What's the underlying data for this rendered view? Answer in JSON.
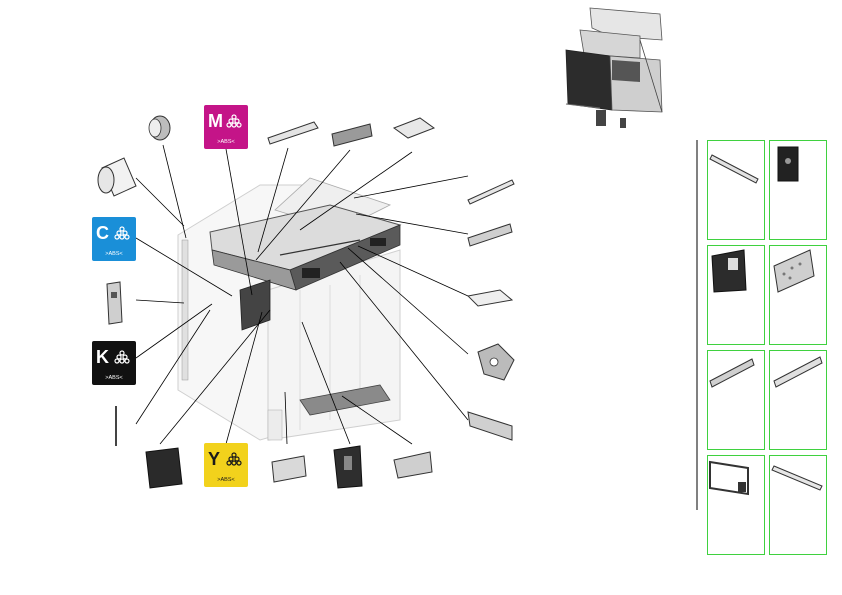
{
  "figure": {
    "type": "exploded-parts-diagram",
    "background_color": "#ffffff",
    "callout_line_color": "#000000",
    "palette_border_color": "#3fd13f"
  },
  "toner_badges": [
    {
      "id": "magenta",
      "letter": "M",
      "tag": ">ABS<",
      "bg": "#c41488",
      "fg": "#ffffff"
    },
    {
      "id": "cyan",
      "letter": "C",
      "tag": ">ABS<",
      "bg": "#1a8fd8",
      "fg": "#ffffff"
    },
    {
      "id": "black",
      "letter": "K",
      "tag": ">ABS<",
      "bg": "#111111",
      "fg": "#ffffff"
    },
    {
      "id": "yellow",
      "letter": "Y",
      "tag": ">ABS<",
      "bg": "#f2d21c",
      "fg": "#1a1a1a"
    }
  ],
  "parts_palette": {
    "columns": 2,
    "rows": 4,
    "items": [
      "long-rod",
      "dark-square-plate",
      "dark-bracket",
      "perforated-panel",
      "slotted-rail",
      "angled-rail",
      "frame-bracket",
      "thin-rod"
    ]
  }
}
